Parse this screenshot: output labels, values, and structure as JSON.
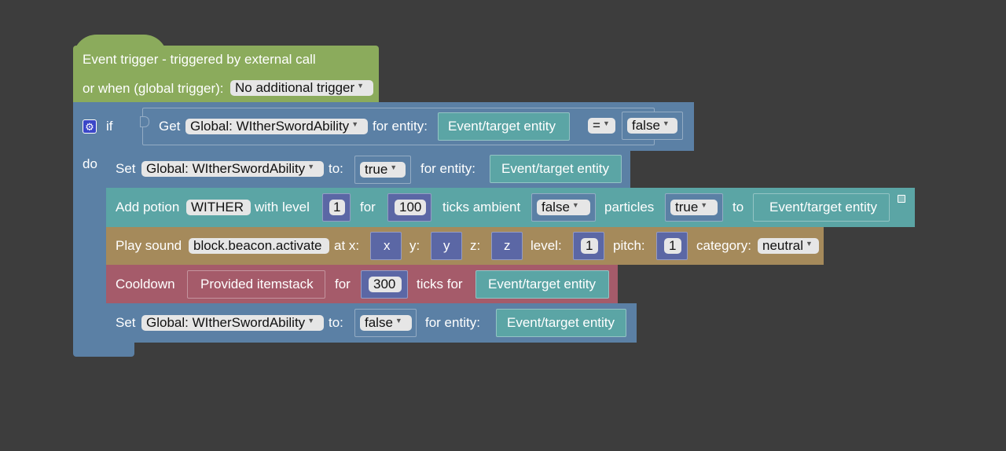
{
  "trigger": {
    "line1": "Event trigger - triggered by external call",
    "line2": "or when (global trigger):",
    "trigger_option": "No additional trigger"
  },
  "if_block": {
    "if_label": "if",
    "do_label": "do",
    "get_label": "Get",
    "variable": "Global: WItherSwordAbility",
    "for_entity": "for entity:",
    "entity": "Event/target entity",
    "operator": "=",
    "compare_value": "false"
  },
  "set1": {
    "label": "Set",
    "variable": "Global: WItherSwordAbility",
    "to": "to:",
    "value": "true",
    "for_entity": "for entity:",
    "entity": "Event/target entity"
  },
  "potion": {
    "label": "Add potion",
    "effect": "WITHER",
    "with_level": "with level",
    "level": "1",
    "for": "for",
    "ticks": "100",
    "ticks_ambient": "ticks ambient",
    "ambient": "false",
    "particles_label": "particles",
    "particles": "true",
    "to": "to",
    "entity": "Event/target entity"
  },
  "sound": {
    "label": "Play sound",
    "sound": "block.beacon.activate",
    "at_x": "at x:",
    "x": "x",
    "y_label": "y:",
    "y": "y",
    "z_label": "z:",
    "z": "z",
    "level_label": "level:",
    "level": "1",
    "pitch_label": "pitch:",
    "pitch": "1",
    "category_label": "category:",
    "category": "neutral"
  },
  "cooldown": {
    "label": "Cooldown",
    "item": "Provided itemstack",
    "for": "for",
    "ticks": "300",
    "ticks_for": "ticks for",
    "entity": "Event/target entity"
  },
  "set2": {
    "label": "Set",
    "variable": "Global: WItherSwordAbility",
    "to": "to:",
    "value": "false",
    "for_entity": "for entity:",
    "entity": "Event/target entity"
  },
  "colors": {
    "trigger": "#8bab5c",
    "logic": "#5b80a5",
    "entity": "#5ba5a5",
    "sound": "#a58a5b",
    "cooldown": "#a55b6a",
    "math": "#5b67a5"
  }
}
